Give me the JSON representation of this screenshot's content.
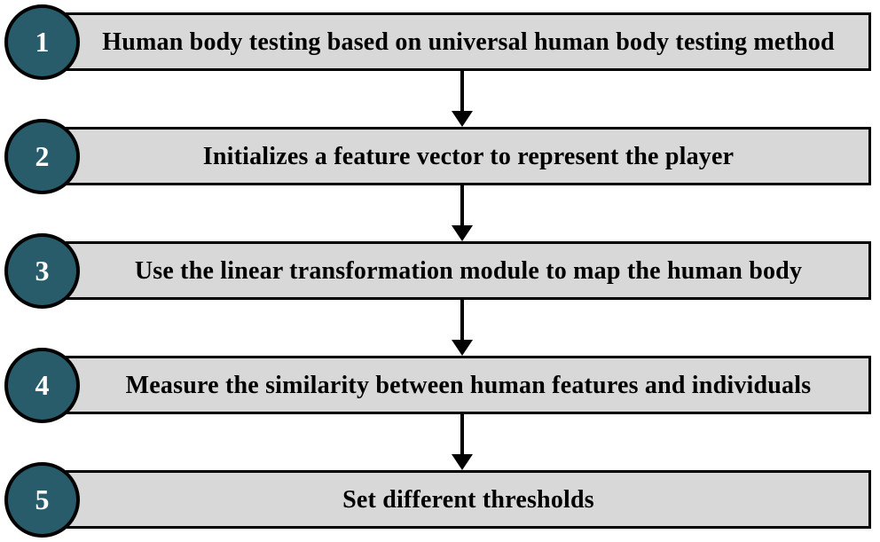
{
  "flowchart": {
    "steps": [
      {
        "number": "1",
        "label": "Human body testing based on universal human body testing method"
      },
      {
        "number": "2",
        "label": "Initializes a feature vector to represent the player"
      },
      {
        "number": "3",
        "label": "Use the linear transformation module to map the human body"
      },
      {
        "number": "4",
        "label": "Measure the similarity between human features and individuals"
      },
      {
        "number": "5",
        "label": "Set different thresholds"
      }
    ],
    "colors": {
      "circle_fill": "#295C6B",
      "bar_fill": "#D8D8D8",
      "outline": "#000000",
      "number_text": "#FFFFFF",
      "label_text": "#000000",
      "background": "#FFFFFF"
    }
  }
}
